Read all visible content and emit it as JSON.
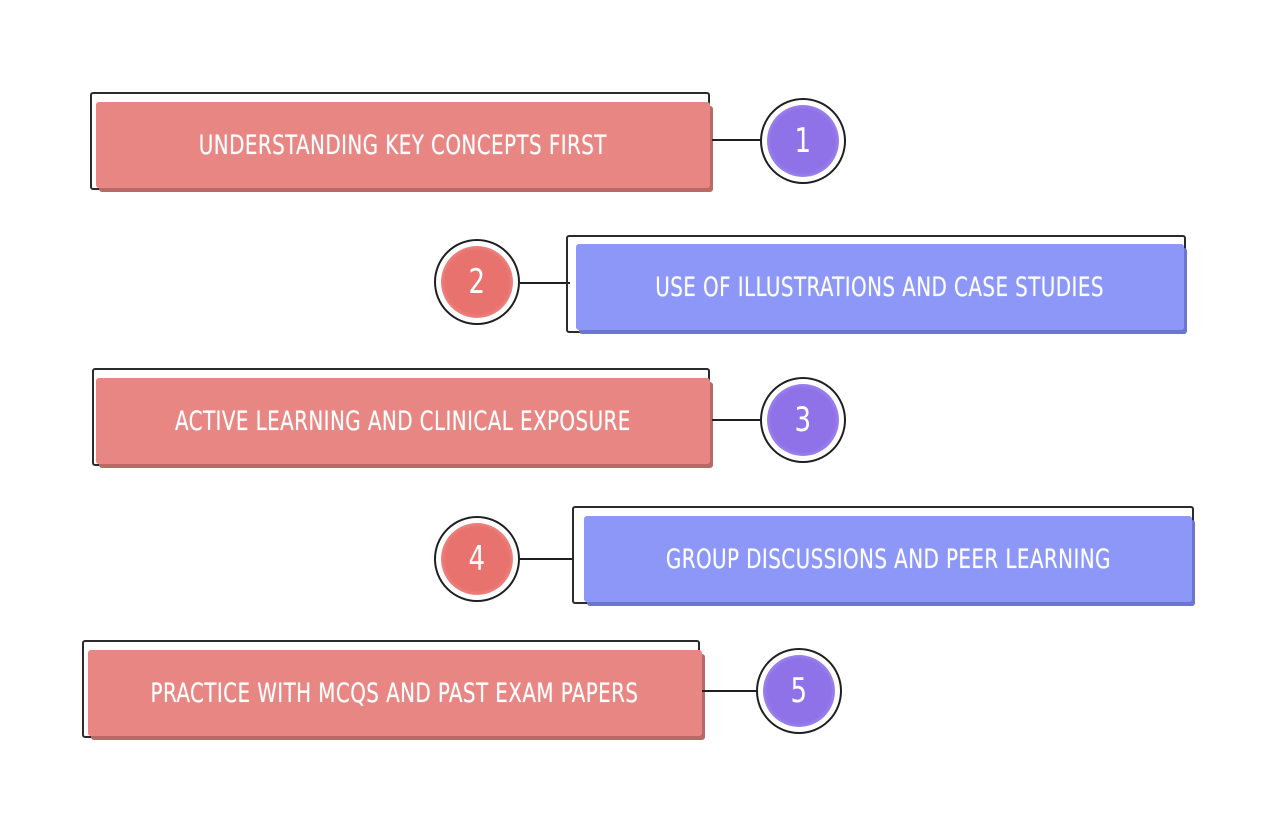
{
  "steps": [
    {
      "number": "1",
      "label": "Understanding Key Concepts First",
      "box_color": "#e88683",
      "circle_color": "#8f72e8"
    },
    {
      "number": "2",
      "label": "Use of Illustrations and Case Studies",
      "box_color": "#8c97f7",
      "circle_color": "#e8726d"
    },
    {
      "number": "3",
      "label": "Active Learning and Clinical Exposure",
      "box_color": "#e88683",
      "circle_color": "#8f72e8"
    },
    {
      "number": "4",
      "label": "Group Discussions and Peer Learning",
      "box_color": "#8c97f7",
      "circle_color": "#e8726d"
    },
    {
      "number": "5",
      "label": "Practice with MCQs and Past Exam Papers",
      "box_color": "#e88683",
      "circle_color": "#8f72e8"
    }
  ]
}
